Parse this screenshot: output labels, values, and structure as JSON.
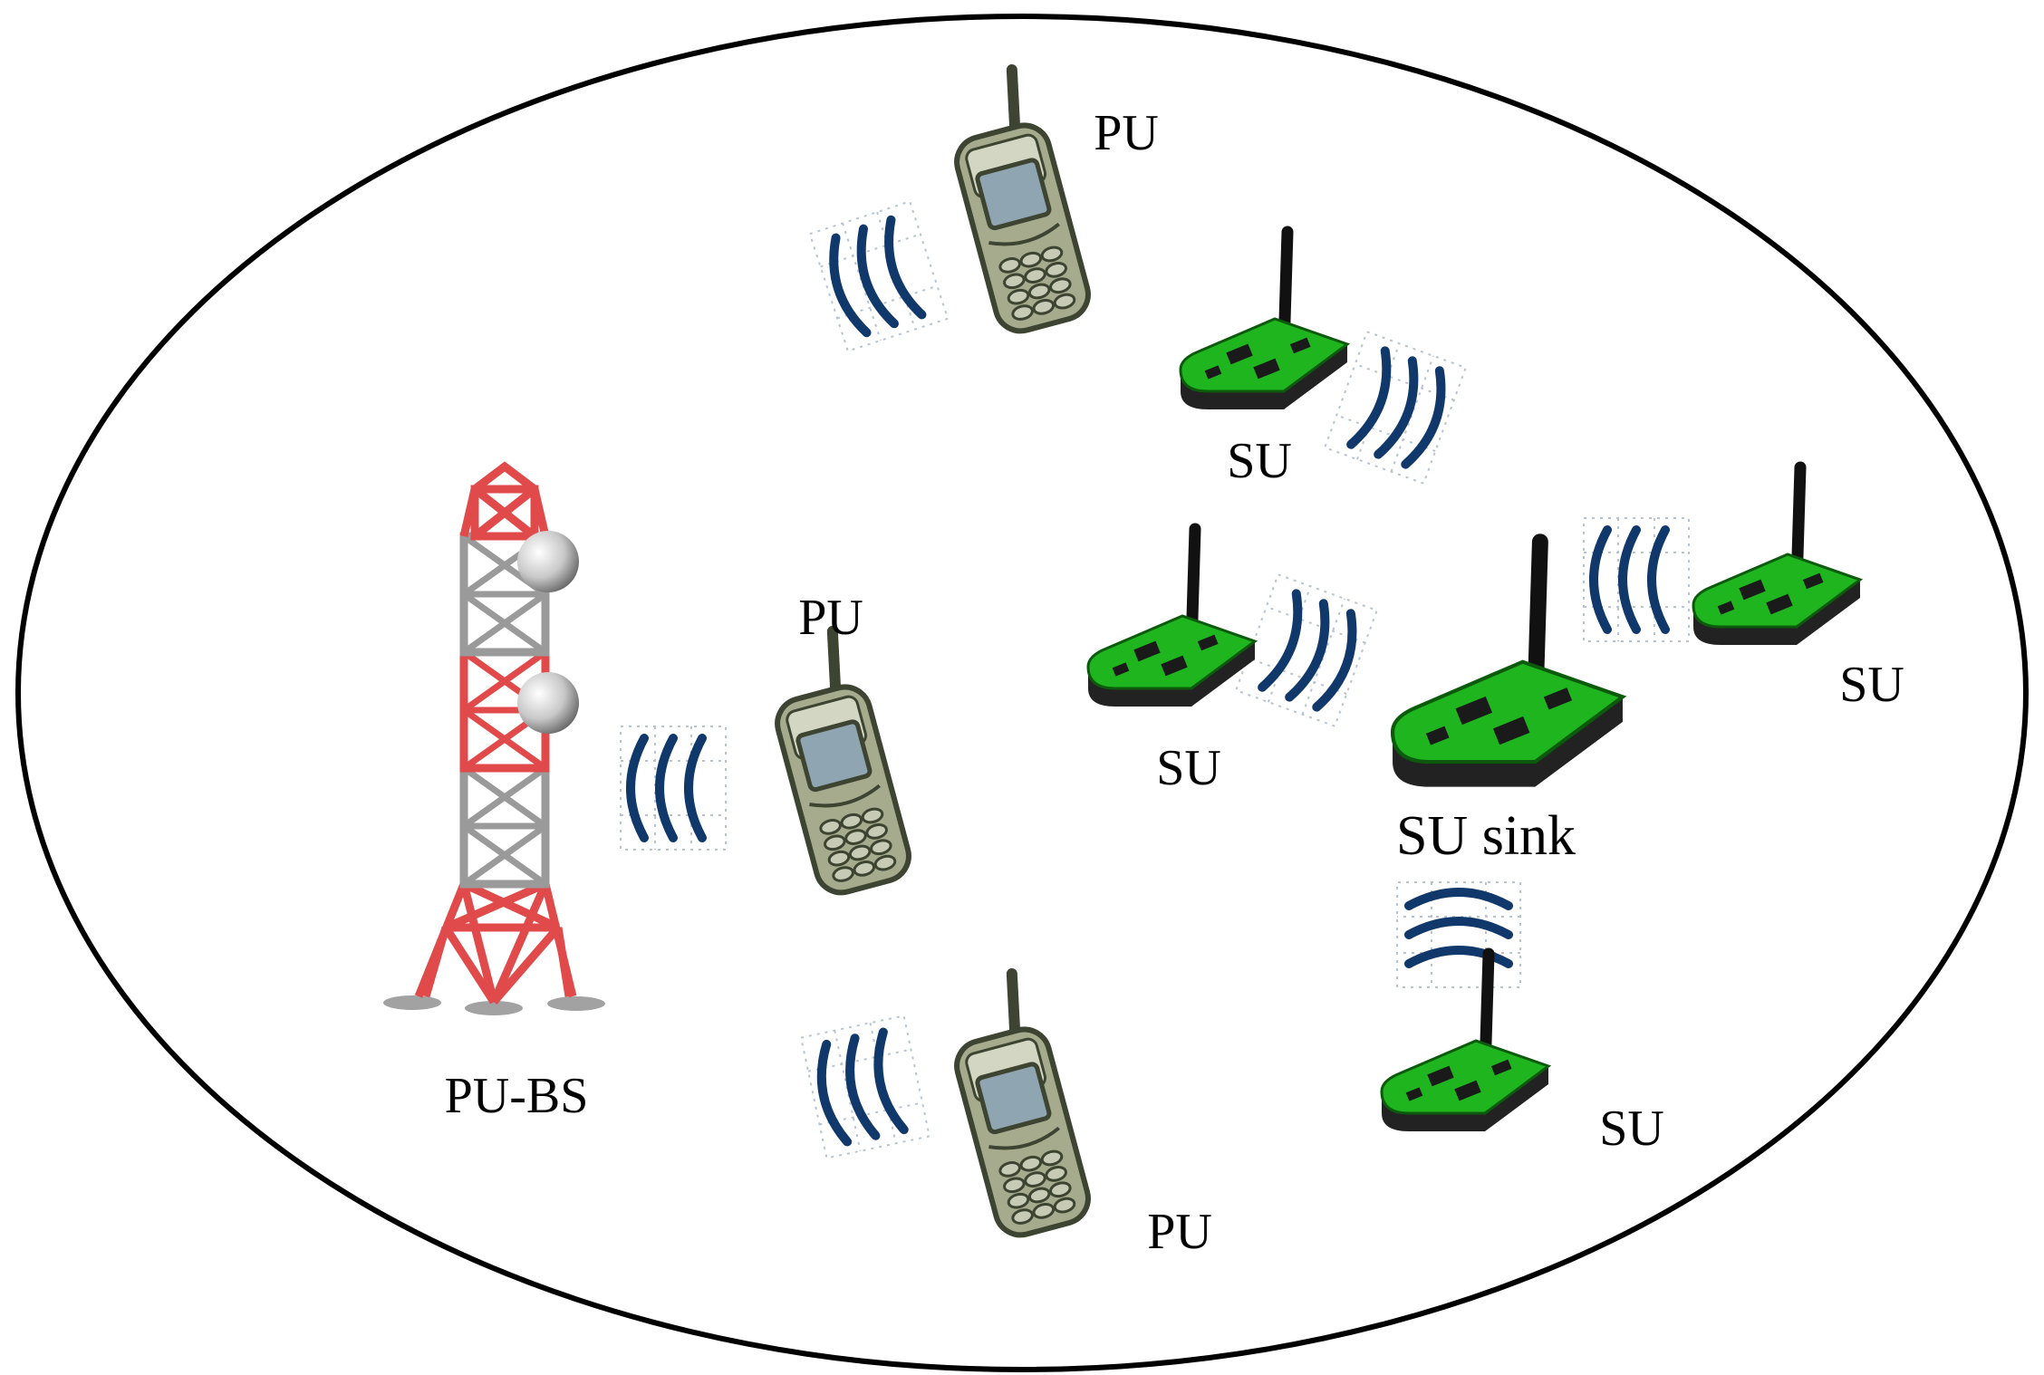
{
  "title": "",
  "labels": {
    "pu_bs": "PU-BS",
    "pu_top": "PU",
    "pu_middle": "PU",
    "pu_bottom": "PU",
    "su_top": "SU",
    "su_left": "SU",
    "su_right": "SU",
    "su_bottom": "SU",
    "su_sink": "SU sink"
  },
  "icons": {
    "tower": "cell-tower-icon",
    "phone": "mobile-phone-icon",
    "router": "wireless-router-icon",
    "signal": "signal-waves-icon"
  },
  "colors": {
    "boundary": "#000000",
    "tower_red": "#e04a4a",
    "tower_gray": "#9a9a9a",
    "router_green": "#1fb51f",
    "router_dark": "#1a1a1a",
    "phone_body": "#a7ab8e",
    "phone_screen": "#8fa6b2",
    "wave": "#10386a"
  }
}
